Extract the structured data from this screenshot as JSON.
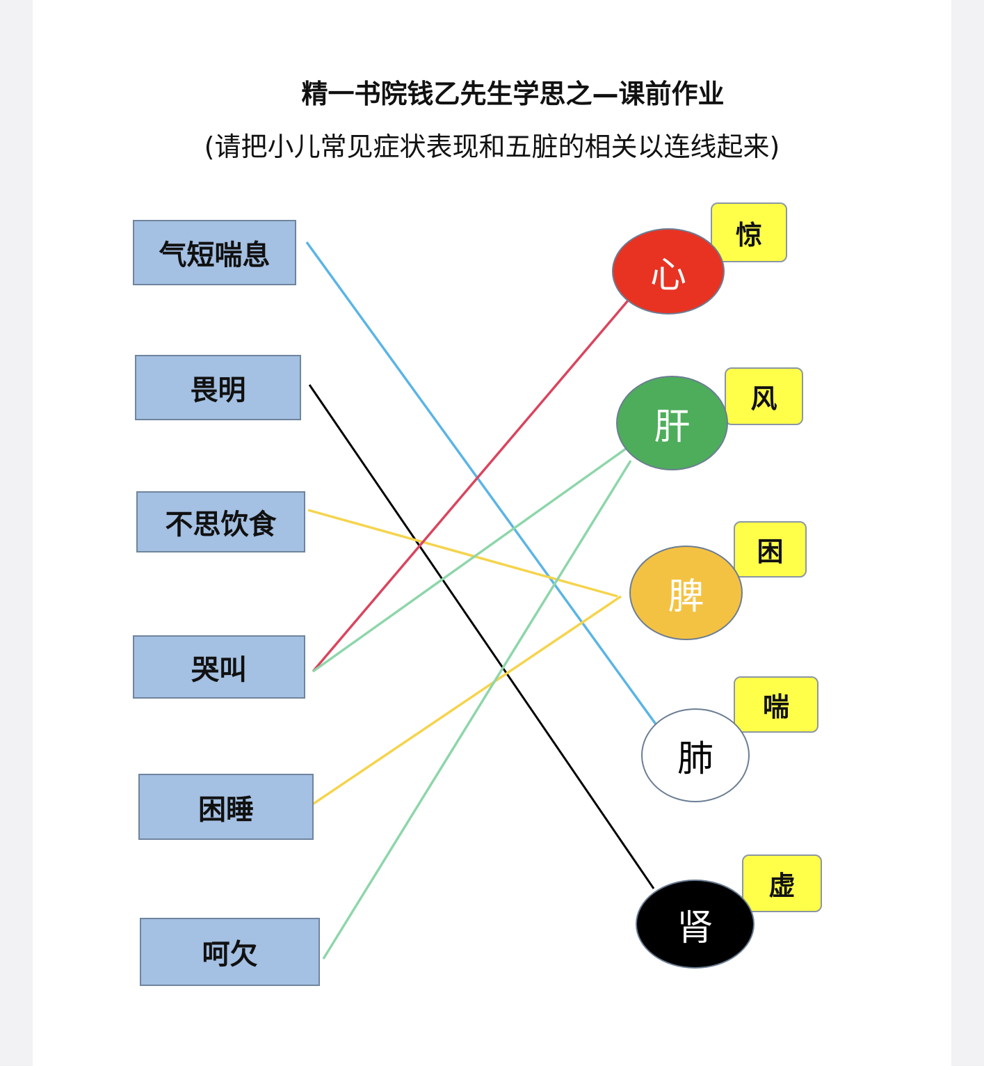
{
  "title": "精一书院钱乙先生学思之—课前作业",
  "subtitle": "(请把小儿常见症状表现和五脏的相关以连线起来)",
  "symptoms": [
    {
      "id": "s0",
      "label": "气短喘息"
    },
    {
      "id": "s1",
      "label": "畏明"
    },
    {
      "id": "s2",
      "label": "不思饮食"
    },
    {
      "id": "s3",
      "label": "哭叫"
    },
    {
      "id": "s4",
      "label": "困睡"
    },
    {
      "id": "s5",
      "label": "呵欠"
    }
  ],
  "organs": [
    {
      "id": "o0",
      "label": "心",
      "tag": "惊",
      "fill": "#e83323",
      "text_color": "#ffffff"
    },
    {
      "id": "o1",
      "label": "肝",
      "tag": "风",
      "fill": "#4ead5b",
      "text_color": "#ffffff"
    },
    {
      "id": "o2",
      "label": "脾",
      "tag": "困",
      "fill": "#f4c242",
      "text_color": "#ffffff"
    },
    {
      "id": "o3",
      "label": "肺",
      "tag": "喘",
      "fill": "#ffffff",
      "text_color": "#000000"
    },
    {
      "id": "o4",
      "label": "肾",
      "tag": "虚",
      "fill": "#000000",
      "text_color": "#ffffff"
    }
  ],
  "connections": [
    {
      "from": "s0",
      "to": "o3",
      "color": "#5ab4e5"
    },
    {
      "from": "s1",
      "to": "o4",
      "color": "#000000"
    },
    {
      "from": "s2",
      "to": "o2",
      "color": "#f5d44c"
    },
    {
      "from": "s3",
      "to": "o0",
      "color": "#d9455e"
    },
    {
      "from": "s3",
      "to": "o1",
      "color": "#8ed6aa"
    },
    {
      "from": "s4",
      "to": "o2",
      "color": "#f5d44c"
    },
    {
      "from": "s5",
      "to": "o1",
      "color": "#8ed6aa"
    }
  ]
}
